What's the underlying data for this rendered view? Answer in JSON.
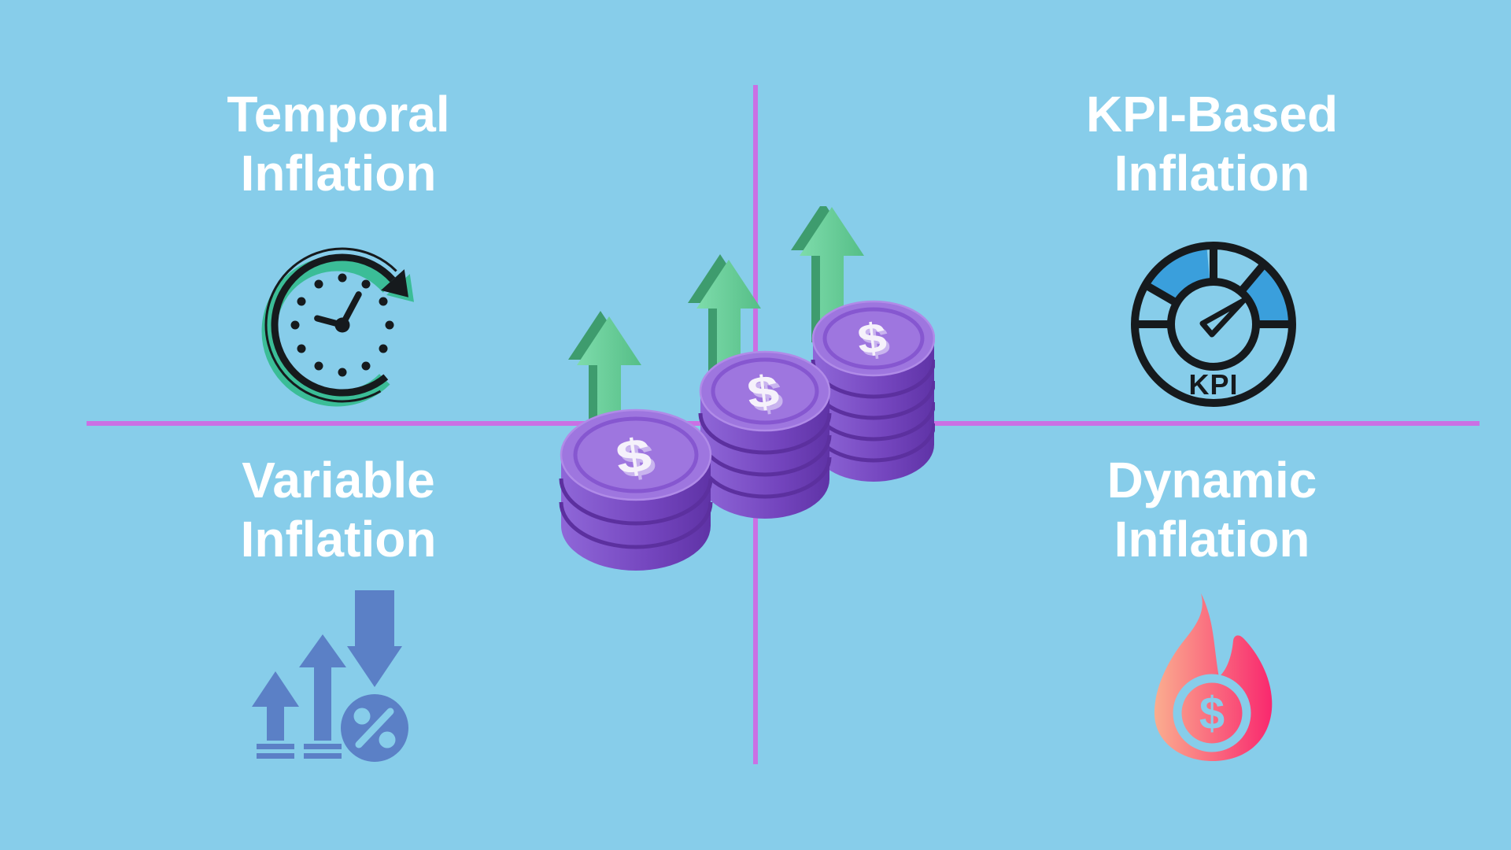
{
  "title": "Inflation Types Infographic",
  "colors": {
    "background": "#87CDEA",
    "divider": "#CA70E4",
    "title_text": "#FFFFFF",
    "outline_black": "#161A1D",
    "clock_teal": "#3BBD97",
    "gauge_blue_fill": "#3A9FDC",
    "variable_blue": "#5B80C6",
    "flame_gradient_start": "#FAAD8F",
    "flame_gradient_end": "#F9286E",
    "coin_top_purple": "#9E76DF",
    "coin_side_purple": "#7445BE",
    "arrow_green": "#6BD29C",
    "dollar_white": "#F5F1FB"
  },
  "quadrants": {
    "top_left": {
      "line1": "Temporal",
      "line2": "Inflation",
      "icon": "clock-refresh-icon"
    },
    "top_right": {
      "line1": "KPI-Based",
      "line2": "Inflation",
      "icon": "kpi-gauge-icon"
    },
    "bottom_left": {
      "line1": "Variable",
      "line2": "Inflation",
      "icon": "trend-arrows-percent-icon"
    },
    "bottom_right": {
      "line1": "Dynamic",
      "line2": "Inflation",
      "icon": "flame-dollar-icon"
    }
  },
  "gauge": {
    "label": "KPI"
  },
  "center": {
    "coin_symbol": "$",
    "stacks": [
      {
        "coins": 4
      },
      {
        "coins": 5
      },
      {
        "coins": 6
      }
    ],
    "arrows": 3
  }
}
